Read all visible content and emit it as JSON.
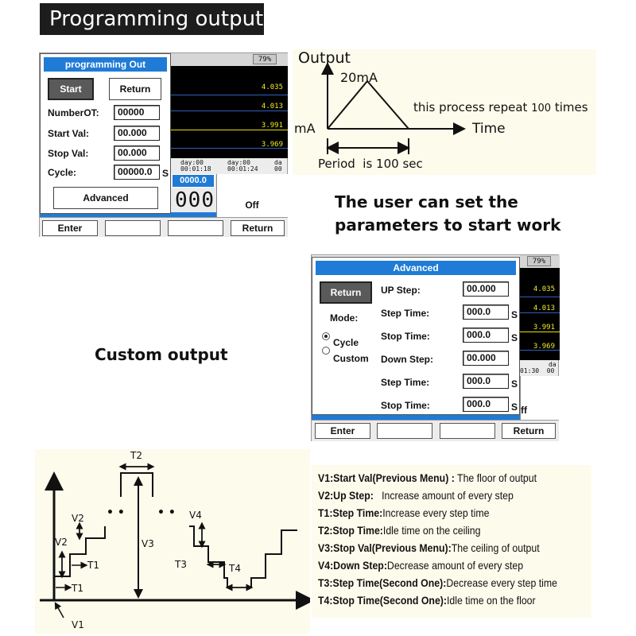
{
  "banner": {
    "title": "Programming output"
  },
  "screen1": {
    "percent": "79%",
    "graph_values": [
      "4.035",
      "4.013",
      "3.991",
      "3.969"
    ],
    "days": [
      "day:00\n00:01:18",
      "day:00\n00:01:24",
      "da\n00"
    ],
    "dialog_title": "programming Out",
    "start_label": "Start",
    "return_label": "Return",
    "fields": [
      {
        "label": "NumberOT:",
        "value": "00000",
        "unit": ""
      },
      {
        "label": "Start Val:",
        "value": "00.000",
        "unit": ""
      },
      {
        "label": "Stop Val:",
        "value": "00.000",
        "unit": ""
      },
      {
        "label": "Cycle:",
        "value": "00000.0",
        "unit": "S"
      }
    ],
    "advanced_label": "Advanced",
    "value_chip": "0000.0",
    "big_digits": "000",
    "off_label": "Off",
    "softkeys": [
      "Enter",
      "",
      "",
      "Return"
    ]
  },
  "output_diagram": {
    "title": "Output",
    "peak": "20mA",
    "base": "mA",
    "repeat_text": "this process repeat",
    "repeat_count": "100",
    "repeat_unit": "times",
    "time_label": "Time",
    "period_text": "Period  is 100 sec"
  },
  "caption1": {
    "line1": "The user can set the",
    "line2": "parameters to start work"
  },
  "caption2": {
    "text": "Custom output"
  },
  "screen2": {
    "percent": "79%",
    "graph_values": [
      "4.035",
      "4.013",
      "3.991",
      "3.969"
    ],
    "days": "01:30  00",
    "days_top": "da",
    "dialog_title": "Advanced",
    "return_label": "Return",
    "mode_label": "Mode:",
    "mode_options": [
      "Cycle",
      "Custom"
    ],
    "mode_selected": "Cycle",
    "fields": [
      {
        "label": "UP Step:",
        "value": "00.000",
        "unit": ""
      },
      {
        "label": "Step Time:",
        "value": "000.0",
        "unit": "S"
      },
      {
        "label": "Stop Time:",
        "value": "000.0",
        "unit": "S"
      },
      {
        "label": "Down Step:",
        "value": "00.000",
        "unit": ""
      },
      {
        "label": "Step Time:",
        "value": "000.0",
        "unit": "S"
      },
      {
        "label": "Stop Time:",
        "value": "000.0",
        "unit": "S"
      }
    ],
    "off_partial": "ff",
    "softkeys": [
      "Enter",
      "",
      "",
      "Return"
    ]
  },
  "step_diagram": {
    "labels": {
      "T2": "T2",
      "V2a": "V2",
      "V2b": "V2",
      "T1a": "T1",
      "T1b": "T1",
      "V3": "V3",
      "V4": "V4",
      "T3": "T3",
      "T4": "T4",
      "V1": "V1"
    },
    "dots": "• •"
  },
  "legend": [
    {
      "key": "V1:Start Val(Previous Menu) :",
      "desc": " The floor of output"
    },
    {
      "key": "V2:Up Step:",
      "desc": "   Increase amount of every step"
    },
    {
      "key": "T1:Step Time:",
      "desc": "Increase every step time"
    },
    {
      "key": "T2:Stop Time:",
      "desc": "Idle time on the ceiling"
    },
    {
      "key": "V3:Stop Val(Previous Menu):",
      "desc": "The ceiling of output"
    },
    {
      "key": "V4:Down Step:",
      "desc": "Decrease amount of every step"
    },
    {
      "key": "T3:Step Time(Second One):",
      "desc": "Decrease every step time"
    },
    {
      "key": "T4:Stop Time(Second One):",
      "desc": "Idle time on the floor"
    }
  ]
}
